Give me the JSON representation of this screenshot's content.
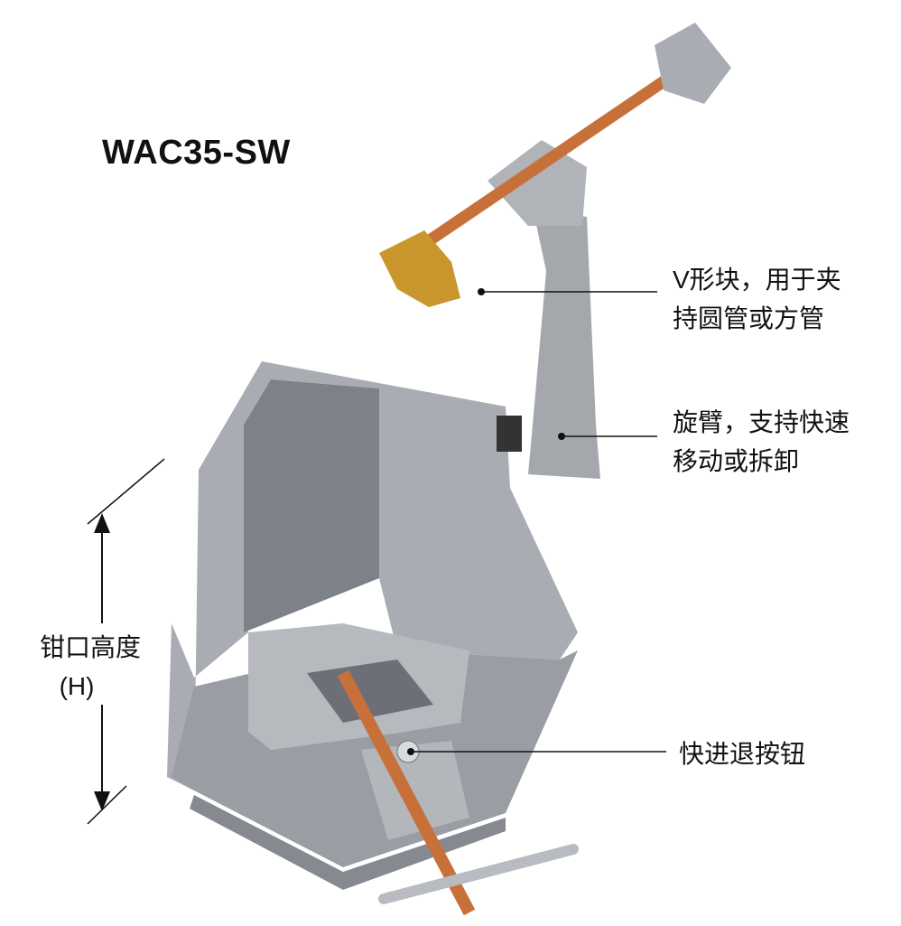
{
  "title": "WAC35-SW",
  "callouts": {
    "v_block": {
      "line1": "V形块，用于夹",
      "line2": "持圆管或方管"
    },
    "swing_arm": {
      "line1": "旋臂，支持快速",
      "line2": "移动或拆卸"
    },
    "quick_button": {
      "line1": "快进退按钮"
    }
  },
  "dimension": {
    "line1": "钳口高度",
    "line2": "(H)"
  },
  "colors": {
    "metal": "#a9adb3",
    "metal_dark": "#7d8289",
    "copper": "#c8703a",
    "brass": "#c9962e"
  }
}
